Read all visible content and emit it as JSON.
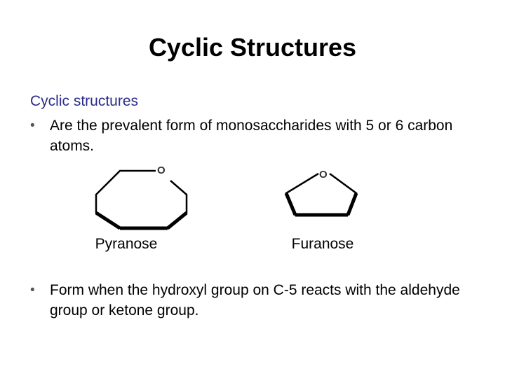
{
  "slide": {
    "title": "Cyclic Structures",
    "section_heading": "Cyclic structures",
    "bullets": [
      {
        "marker": "•",
        "text": "Are the prevalent form of monosaccharides with 5 or 6 carbon atoms."
      },
      {
        "marker": "•",
        "text": "Form when the hydroxyl group on C-5 reacts with the aldehyde group or ketone group."
      }
    ],
    "structures": [
      {
        "name": "Pyranose",
        "ring_atom": "O",
        "icon": "six-membered-ring"
      },
      {
        "name": "Furanose",
        "ring_atom": "O",
        "icon": "five-membered-ring"
      }
    ],
    "colors": {
      "heading": "#2b2b8c",
      "bullet_marker": "#555555",
      "ring_line": "#000000"
    }
  }
}
